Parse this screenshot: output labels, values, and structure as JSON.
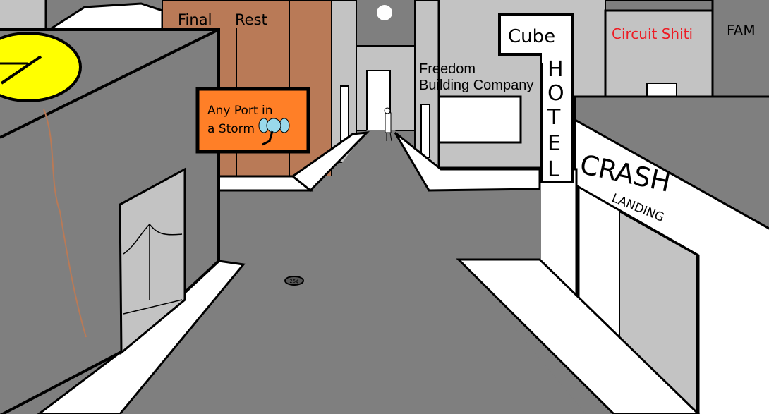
{
  "scene": {
    "signs": {
      "final_rest": {
        "word1": "Final",
        "word2": "Rest"
      },
      "any_port": {
        "line1": "Any Port in",
        "line2": "a Storm"
      },
      "freedom": {
        "line1": "Freedom",
        "line2": "Building Company"
      },
      "cube_hotel": {
        "cube": "Cube",
        "hotel": [
          "H",
          "O",
          "T",
          "E",
          "L"
        ]
      },
      "circuit": {
        "label": "Circuit Shiti"
      },
      "fam": {
        "label": "FAM"
      },
      "crash": {
        "crash": "CRASH",
        "landing": "LANDING"
      },
      "manhole": {
        "label": "25¢"
      }
    },
    "colors": {
      "road": "#7f7f7f",
      "light_gray": "#c3c3c3",
      "brown": "#b97a57",
      "orange": "#ff7f27",
      "yellow": "#ffff00",
      "circuit_red": "#ed1c24",
      "elephant_blue": "#99d9ea"
    }
  }
}
